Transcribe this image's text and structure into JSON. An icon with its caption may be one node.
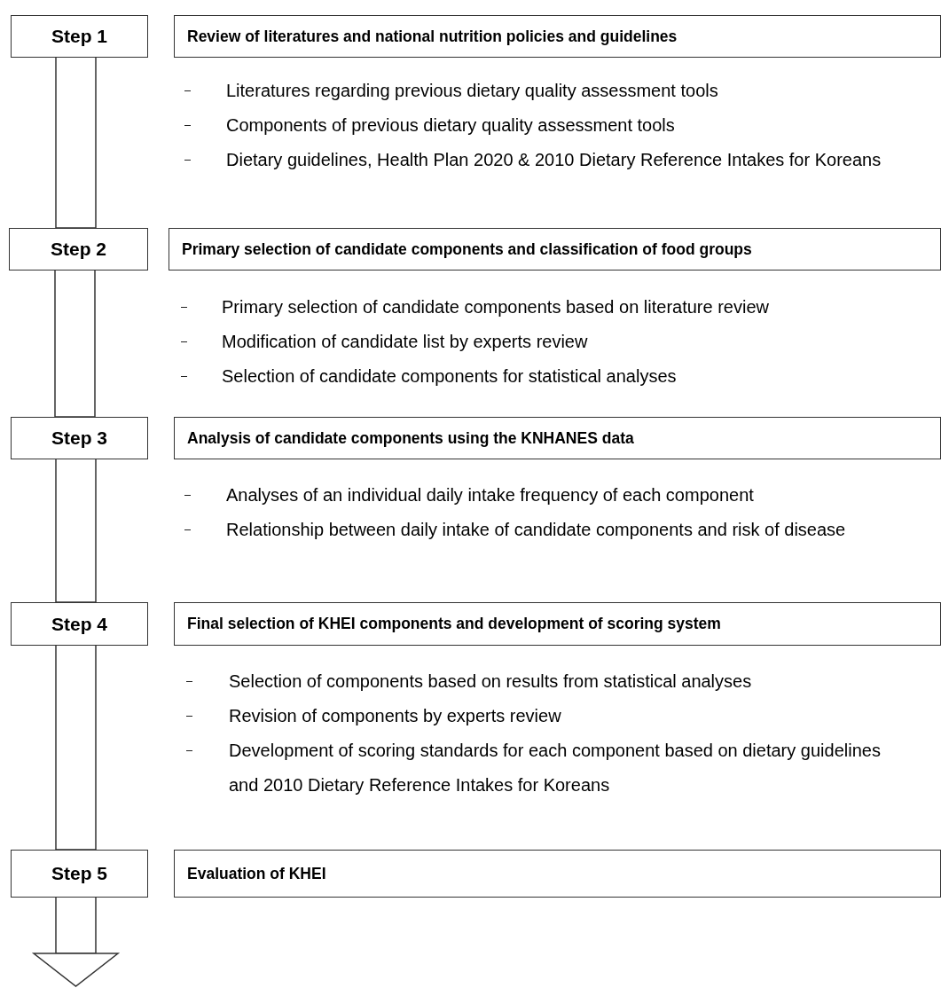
{
  "diagram": {
    "nodes": [
      {
        "text": [
          "Step 1"
        ]
      },
      {
        "text": [
          "Review of literatures and national nutrition policies and guidelines"
        ],
        "beside": [
          "Literatures regarding previous dietary quality assessment tools",
          "Components of previous dietary quality assessment tools",
          "Dietary guidelines, Health Plan 2020 & 2010 Dietary Reference Intakes for Koreans"
        ]
      },
      {
        "text": [
          "Step 2"
        ]
      },
      {
        "text": [
          "Primary selection of candidate components and classification of food groups"
        ],
        "beside": [
          "Primary selection of candidate components based on literature review",
          "Modification of candidate list by experts review",
          "Selection of candidate components for statistical analyses"
        ]
      },
      {
        "text": [
          "Step 3"
        ]
      },
      {
        "text": [
          "Analysis of candidate components using the KNHANES data"
        ],
        "beside": [
          "Analyses of an individual daily intake frequency of each component",
          "Relationship between daily intake of candidate components and risk of disease"
        ]
      },
      {
        "text": [
          "Step 4"
        ]
      },
      {
        "text": [
          "Final selection of KHEI components and development of scoring system"
        ],
        "beside": [
          "Selection of components based on results from statistical analyses",
          "Revision of components by experts review",
          "Development of scoring standards for each component based on dietary guidelines and 2010 Dietary Reference Intakes for Koreans"
        ]
      },
      {
        "text": [
          "Step 5"
        ]
      },
      {
        "text": [
          "Evaluation of KHEI"
        ]
      }
    ],
    "edges": [
      {
        "from": 0,
        "to": 2,
        "arrow": "none"
      },
      {
        "from": 2,
        "to": 4,
        "arrow": "none"
      },
      {
        "from": 4,
        "to": 6,
        "arrow": "none"
      },
      {
        "from": 6,
        "to": 8,
        "arrow": "none"
      },
      {
        "from": 8,
        "to": null,
        "arrow": "to"
      }
    ]
  }
}
